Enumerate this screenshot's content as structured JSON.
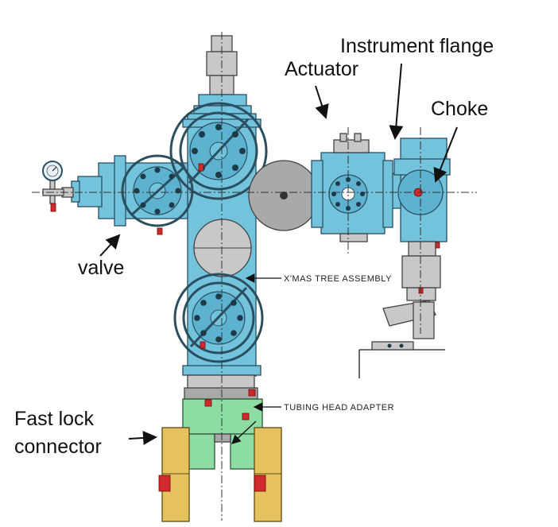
{
  "labels": {
    "instrument_flange": "Instrument flange",
    "actuator": "Actuator",
    "choke": "Choke",
    "valve": "valve",
    "xmas_tree_assembly": "X'MAS TREE ASSEMBLY",
    "tubing_head_adapter": "TUBING HEAD ADAPTER",
    "fast_lock_connector_line1": "Fast lock",
    "fast_lock_connector_line2": "connector"
  },
  "colors": {
    "body_blue": "#74c3dd",
    "adapter_green": "#8ddca4",
    "connector_tan": "#e6c25f",
    "disc_grey": "#c8c8c8",
    "bolt_red": "#d12a2a"
  }
}
